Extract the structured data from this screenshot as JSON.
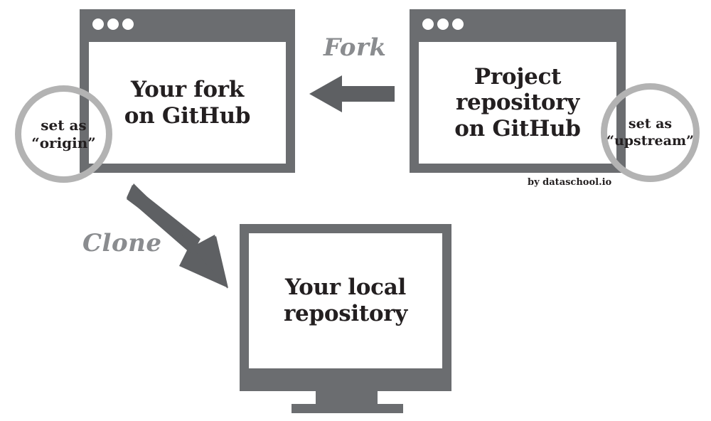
{
  "diagram": {
    "title": "Git fork and clone workflow",
    "colors": {
      "frame_gray": "#6b6d70",
      "ring_gray": "#b3b3b3",
      "label_gray": "#8a8c8f",
      "text_dark": "#231f20",
      "screen_white": "#ffffff",
      "background": "#ffffff"
    }
  },
  "nodes": {
    "fork_window": {
      "label": "Your fork\non GitHub",
      "kind": "browser-window",
      "dots": [
        "window-dot-1",
        "window-dot-2",
        "window-dot-3"
      ]
    },
    "project_window": {
      "label": "Project\nrepository\non GitHub",
      "kind": "browser-window",
      "dots": [
        "window-dot-1",
        "window-dot-2",
        "window-dot-3"
      ]
    },
    "local_monitor": {
      "label": "Your local\nrepository",
      "kind": "desktop-monitor"
    }
  },
  "annotations": {
    "origin": {
      "label": "set as\n“origin”",
      "attached_to": "fork_window"
    },
    "upstream": {
      "label": "set as\n“upstream”",
      "attached_to": "project_window"
    }
  },
  "arrows": {
    "fork": {
      "label": "Fork",
      "from": "project_window",
      "to": "fork_window",
      "direction": "right-to-left"
    },
    "clone": {
      "label": "Clone",
      "from": "fork_window",
      "to": "local_monitor",
      "direction": "diagonal-down-right"
    }
  },
  "credit": {
    "text": "by dataschool.io"
  }
}
